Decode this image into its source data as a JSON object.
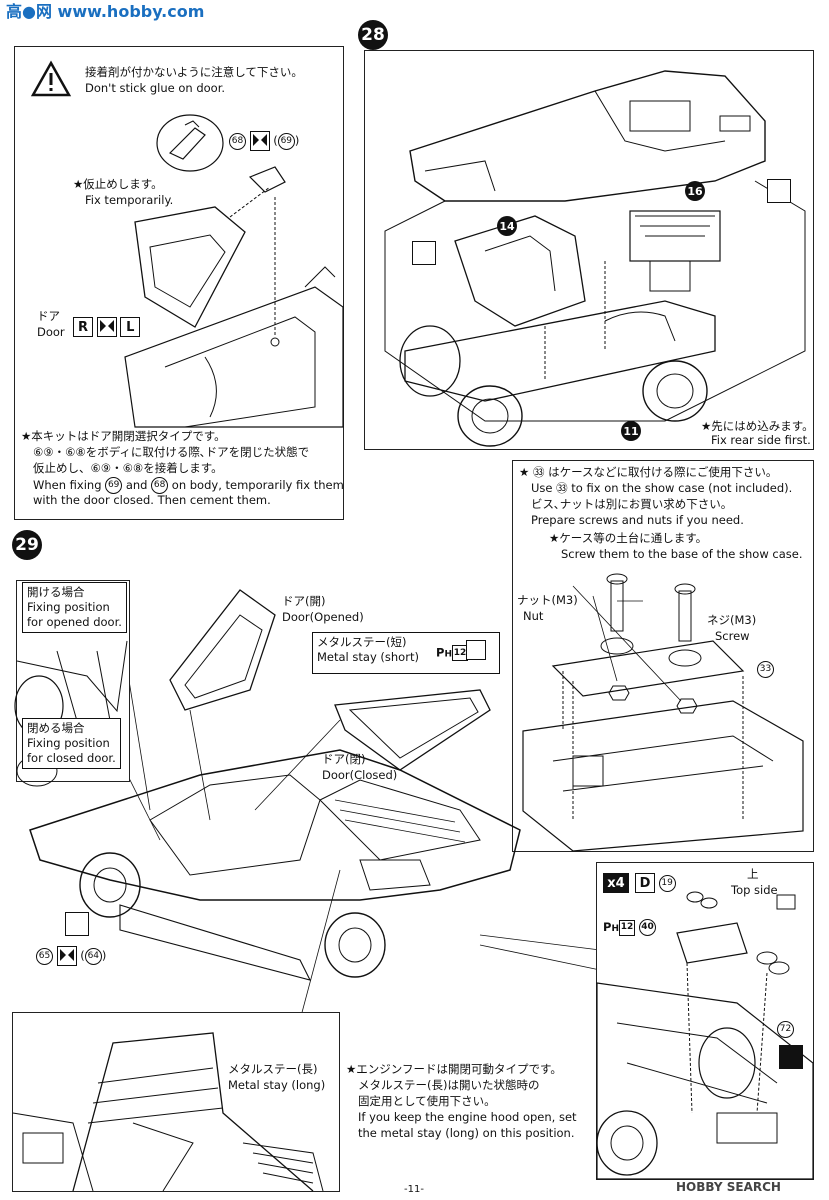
{
  "watermark_top": "高●网 www.hobby.com",
  "steps": {
    "s28": "28",
    "s29": "29"
  },
  "panel27": {
    "warning_jp": "接着剤が付かないように注意して下さい。",
    "warning_en": "Don't stick glue on door.",
    "fix_jp": "★仮止めします。",
    "fix_en": "Fix temporarily.",
    "door_jp": "ドア",
    "door_en": "Door",
    "part_a": "68",
    "part_b": "69",
    "letter_r": "R",
    "letter_l": "L",
    "note_jp1": "★本キットはドア開閉選択タイプです。",
    "note_jp2": "⑥⑨・⑥⑧をボディに取付ける際､ドアを閉じた状態で",
    "note_jp3": "仮止めし、⑥⑨・⑥⑧を接着します。",
    "note_en1": "When fixing",
    "note_en1b": "and",
    "note_en1c": "on body, temporarily fix them",
    "note_en2": "with the door closed. Then cement them."
  },
  "panel28": {
    "p16": "16",
    "p14": "14",
    "p11": "11",
    "rear_jp": "★先にはめ込みます。",
    "rear_en": "Fix rear side first."
  },
  "panel33": {
    "l1_jp": "★ ㉝ はケースなどに取付ける際にご使用下さい。",
    "l2_en": "Use ㉝ to fix on the show case (not included).",
    "l3_jp": "ビス､ナットは別にお買い求め下さい。",
    "l4_en": "Prepare screws and nuts if you need.",
    "l5_jp": "★ケース等の土台に通します。",
    "l6_en": "Screw them to the base of the show case.",
    "nut_jp": "ナット(M3)",
    "nut_en": "Nut",
    "screw_jp": "ネジ(M3)",
    "screw_en": "Screw",
    "part33": "33"
  },
  "panel29": {
    "open_jp": "開ける場合",
    "open_en1": "Fixing position",
    "open_en2": "for opened door.",
    "closed_jp": "閉める場合",
    "closed_en1": "Fixing position",
    "closed_en2": "for closed door.",
    "door_open_jp": "ドア(開)",
    "door_open_en": "Door(Opened)",
    "stay_short_jp": "メタルステー(短)",
    "stay_short_en": "Metal stay (short)",
    "ph12": "12",
    "door_closed_jp": "ドア(閉)",
    "door_closed_en": "Door(Closed)",
    "part65": "65",
    "part64": "64",
    "stay_long_jp": "メタルステー(長)",
    "stay_long_en": "Metal stay (long)",
    "hood_jp1": "★エンジンフードは開閉可動タイプです。",
    "hood_jp2": "メタルステー(長)は開いた状態時の",
    "hood_jp3": "固定用として使用下さい。",
    "hood_en1": "If you keep the engine hood open, set",
    "hood_en2": "the metal stay (long) on this position."
  },
  "panel_exhaust": {
    "x4": "x4",
    "d": "D",
    "p19": "19",
    "top_jp": "上",
    "top_en": "Top side",
    "ph12": "12",
    "p40": "40",
    "p72": "72"
  },
  "footer": {
    "page": "-11-",
    "logo": "HOBBY SEARCH"
  }
}
